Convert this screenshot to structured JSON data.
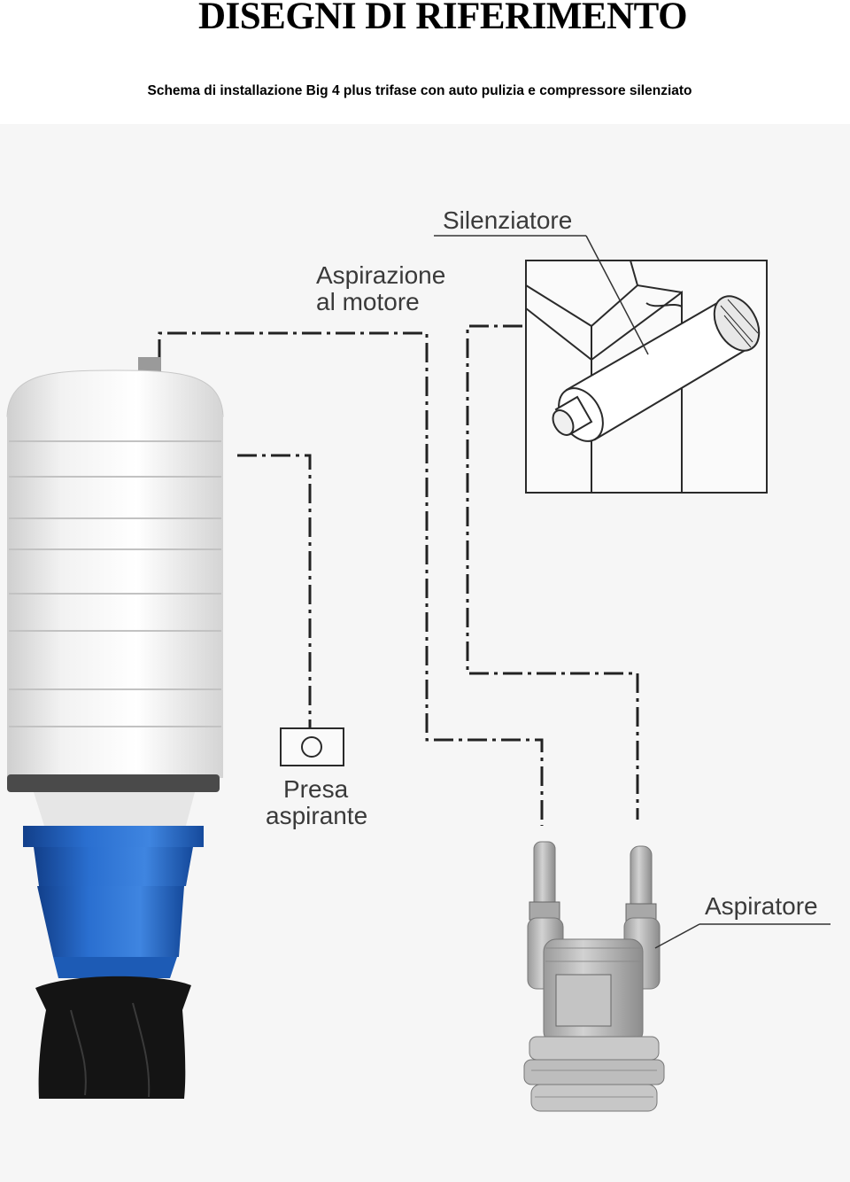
{
  "page": {
    "title": "DISEGNI DI RIFERIMENTO",
    "subtitle": "Schema di installazione Big 4 plus trifase con auto pulizia e compressore silenziato"
  },
  "diagram": {
    "labels": {
      "silencer": "Silenziatore",
      "motor_intake_line1": "Aspirazione",
      "motor_intake_line2": "al motore",
      "inlet_line1": "Presa",
      "inlet_line2": "aspirante",
      "blower": "Aspiratore"
    },
    "components": [
      "dust-collector-canister",
      "inlet-socket",
      "silencer-unit",
      "side-channel-blower"
    ],
    "colors": {
      "canister_body": "#ececec",
      "canister_base": "#1f63c2",
      "bag": "#141414",
      "pipe_line": "#222222"
    }
  }
}
